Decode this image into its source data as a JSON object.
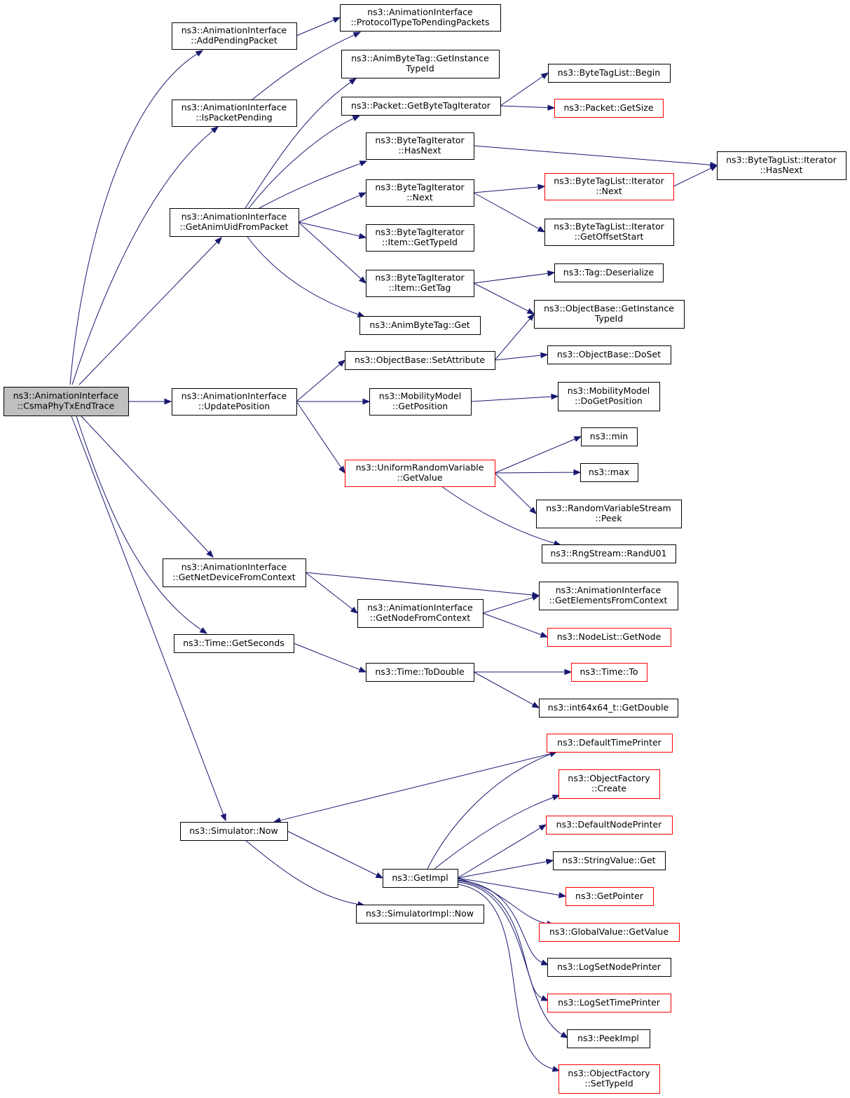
{
  "diagram": {
    "title": "",
    "colors": {
      "edge": "#191970",
      "missing_border": "#ff0000",
      "root_fill": "#bfbfbf"
    },
    "nodes": [
      {
        "id": "root",
        "lines": [
          "ns3::AnimationInterface",
          "::CsmaPhyTxEndTrace"
        ],
        "style": "root"
      },
      {
        "id": "addPending",
        "lines": [
          "ns3::AnimationInterface",
          "::AddPendingPacket"
        ],
        "style": "normal"
      },
      {
        "id": "protoType",
        "lines": [
          "ns3::AnimationInterface",
          "::ProtocolTypeToPendingPackets"
        ],
        "style": "normal"
      },
      {
        "id": "isPending",
        "lines": [
          "ns3::AnimationInterface",
          "::IsPacketPending"
        ],
        "style": "normal"
      },
      {
        "id": "animGetInst",
        "lines": [
          "ns3::AnimByteTag::GetInstance",
          "TypeId"
        ],
        "style": "normal"
      },
      {
        "id": "getByteTagIt",
        "lines": [
          "ns3::Packet::GetByteTagIterator"
        ],
        "style": "normal"
      },
      {
        "id": "btlBegin",
        "lines": [
          "ns3::ByteTagList::Begin"
        ],
        "style": "normal"
      },
      {
        "id": "pktGetSize",
        "lines": [
          "ns3::Packet::GetSize"
        ],
        "style": "red"
      },
      {
        "id": "btiHasNext",
        "lines": [
          "ns3::ByteTagIterator",
          "::HasNext"
        ],
        "style": "normal"
      },
      {
        "id": "btliHasNext",
        "lines": [
          "ns3::ByteTagList::Iterator",
          "::HasNext"
        ],
        "style": "normal"
      },
      {
        "id": "getAnimUid",
        "lines": [
          "ns3::AnimationInterface",
          "::GetAnimUidFromPacket"
        ],
        "style": "normal"
      },
      {
        "id": "btiNext",
        "lines": [
          "ns3::ByteTagIterator",
          "::Next"
        ],
        "style": "normal"
      },
      {
        "id": "btliNext",
        "lines": [
          "ns3::ByteTagList::Iterator",
          "::Next"
        ],
        "style": "red"
      },
      {
        "id": "btliOffset",
        "lines": [
          "ns3::ByteTagList::Iterator",
          "::GetOffsetStart"
        ],
        "style": "normal"
      },
      {
        "id": "btiItemType",
        "lines": [
          "ns3::ByteTagIterator",
          "::Item::GetTypeId"
        ],
        "style": "normal"
      },
      {
        "id": "btiItemTag",
        "lines": [
          "ns3::ByteTagIterator",
          "::Item::GetTag"
        ],
        "style": "normal"
      },
      {
        "id": "tagDeser",
        "lines": [
          "ns3::Tag::Deserialize"
        ],
        "style": "normal"
      },
      {
        "id": "obGetInst",
        "lines": [
          "ns3::ObjectBase::GetInstance",
          "TypeId"
        ],
        "style": "normal"
      },
      {
        "id": "animTagGet",
        "lines": [
          "ns3::AnimByteTag::Get"
        ],
        "style": "normal"
      },
      {
        "id": "obSetAttr",
        "lines": [
          "ns3::ObjectBase::SetAttribute"
        ],
        "style": "normal"
      },
      {
        "id": "obDoSet",
        "lines": [
          "ns3::ObjectBase::DoSet"
        ],
        "style": "normal"
      },
      {
        "id": "updatePos",
        "lines": [
          "ns3::AnimationInterface",
          "::UpdatePosition"
        ],
        "style": "normal"
      },
      {
        "id": "mmGetPos",
        "lines": [
          "ns3::MobilityModel",
          "::GetPosition"
        ],
        "style": "normal"
      },
      {
        "id": "mmDoGetPos",
        "lines": [
          "ns3::MobilityModel",
          "::DoGetPosition"
        ],
        "style": "normal"
      },
      {
        "id": "min",
        "lines": [
          "ns3::min"
        ],
        "style": "normal"
      },
      {
        "id": "urvGetValue",
        "lines": [
          "ns3::UniformRandomVariable",
          "::GetValue"
        ],
        "style": "red"
      },
      {
        "id": "max",
        "lines": [
          "ns3::max"
        ],
        "style": "normal"
      },
      {
        "id": "rvsPeek",
        "lines": [
          "ns3::RandomVariableStream",
          "::Peek"
        ],
        "style": "normal"
      },
      {
        "id": "randU01",
        "lines": [
          "ns3::RngStream::RandU01"
        ],
        "style": "normal"
      },
      {
        "id": "getNetDev",
        "lines": [
          "ns3::AnimationInterface",
          "::GetNetDeviceFromContext"
        ],
        "style": "normal"
      },
      {
        "id": "getElems",
        "lines": [
          "ns3::AnimationInterface",
          "::GetElementsFromContext"
        ],
        "style": "normal"
      },
      {
        "id": "getNodeCtx",
        "lines": [
          "ns3::AnimationInterface",
          "::GetNodeFromContext"
        ],
        "style": "normal"
      },
      {
        "id": "nlGetNode",
        "lines": [
          "ns3::NodeList::GetNode"
        ],
        "style": "red"
      },
      {
        "id": "timeGetSec",
        "lines": [
          "ns3::Time::GetSeconds"
        ],
        "style": "normal"
      },
      {
        "id": "timeToDouble",
        "lines": [
          "ns3::Time::ToDouble"
        ],
        "style": "normal"
      },
      {
        "id": "timeTo",
        "lines": [
          "ns3::Time::To"
        ],
        "style": "red"
      },
      {
        "id": "int64GetDbl",
        "lines": [
          "ns3::int64x64_t::GetDouble"
        ],
        "style": "normal"
      },
      {
        "id": "defTimePrinter",
        "lines": [
          "ns3::DefaultTimePrinter"
        ],
        "style": "red"
      },
      {
        "id": "ofCreate",
        "lines": [
          "ns3::ObjectFactory",
          "::Create"
        ],
        "style": "red"
      },
      {
        "id": "simNow",
        "lines": [
          "ns3::Simulator::Now"
        ],
        "style": "normal"
      },
      {
        "id": "defNodePrinter",
        "lines": [
          "ns3::DefaultNodePrinter"
        ],
        "style": "red"
      },
      {
        "id": "strValGet",
        "lines": [
          "ns3::StringValue::Get"
        ],
        "style": "normal"
      },
      {
        "id": "getImpl",
        "lines": [
          "ns3::GetImpl"
        ],
        "style": "normal"
      },
      {
        "id": "getPointer",
        "lines": [
          "ns3::GetPointer"
        ],
        "style": "red"
      },
      {
        "id": "simImplNow",
        "lines": [
          "ns3::SimulatorImpl::Now"
        ],
        "style": "normal"
      },
      {
        "id": "gvGetValue",
        "lines": [
          "ns3::GlobalValue::GetValue"
        ],
        "style": "red"
      },
      {
        "id": "logSetNode",
        "lines": [
          "ns3::LogSetNodePrinter"
        ],
        "style": "normal"
      },
      {
        "id": "logSetTime",
        "lines": [
          "ns3::LogSetTimePrinter"
        ],
        "style": "red"
      },
      {
        "id": "peekImpl",
        "lines": [
          "ns3::PeekImpl"
        ],
        "style": "normal"
      },
      {
        "id": "ofSetTypeId",
        "lines": [
          "ns3::ObjectFactory",
          "::SetTypeId"
        ],
        "style": "red"
      }
    ],
    "edges": [
      [
        "root",
        "addPending"
      ],
      [
        "root",
        "isPending"
      ],
      [
        "root",
        "getAnimUid"
      ],
      [
        "root",
        "updatePos"
      ],
      [
        "root",
        "getNetDev"
      ],
      [
        "root",
        "timeGetSec"
      ],
      [
        "root",
        "simNow"
      ],
      [
        "addPending",
        "protoType"
      ],
      [
        "isPending",
        "protoType"
      ],
      [
        "getAnimUid",
        "animGetInst"
      ],
      [
        "getAnimUid",
        "getByteTagIt"
      ],
      [
        "getAnimUid",
        "btiHasNext"
      ],
      [
        "getAnimUid",
        "btiNext"
      ],
      [
        "getAnimUid",
        "btiItemType"
      ],
      [
        "getAnimUid",
        "btiItemTag"
      ],
      [
        "getAnimUid",
        "animTagGet"
      ],
      [
        "getByteTagIt",
        "btlBegin"
      ],
      [
        "getByteTagIt",
        "pktGetSize"
      ],
      [
        "btiHasNext",
        "btliHasNext"
      ],
      [
        "btiNext",
        "btliNext"
      ],
      [
        "btiNext",
        "btliOffset"
      ],
      [
        "btliNext",
        "btliHasNext"
      ],
      [
        "btiItemTag",
        "tagDeser"
      ],
      [
        "btiItemTag",
        "obGetInst"
      ],
      [
        "updatePos",
        "obSetAttr"
      ],
      [
        "updatePos",
        "mmGetPos"
      ],
      [
        "updatePos",
        "urvGetValue"
      ],
      [
        "obSetAttr",
        "obGetInst"
      ],
      [
        "obSetAttr",
        "obDoSet"
      ],
      [
        "mmGetPos",
        "mmDoGetPos"
      ],
      [
        "urvGetValue",
        "min"
      ],
      [
        "urvGetValue",
        "max"
      ],
      [
        "urvGetValue",
        "rvsPeek"
      ],
      [
        "urvGetValue",
        "randU01"
      ],
      [
        "getNetDev",
        "getElems"
      ],
      [
        "getNetDev",
        "getNodeCtx"
      ],
      [
        "getNodeCtx",
        "getElems"
      ],
      [
        "getNodeCtx",
        "nlGetNode"
      ],
      [
        "timeGetSec",
        "timeToDouble"
      ],
      [
        "timeToDouble",
        "timeTo"
      ],
      [
        "timeToDouble",
        "int64GetDbl"
      ],
      [
        "simNow",
        "getImpl"
      ],
      [
        "simNow",
        "simImplNow"
      ],
      [
        "defTimePrinter",
        "simNow"
      ],
      [
        "getImpl",
        "defTimePrinter"
      ],
      [
        "getImpl",
        "ofCreate"
      ],
      [
        "getImpl",
        "defNodePrinter"
      ],
      [
        "getImpl",
        "strValGet"
      ],
      [
        "getImpl",
        "getPointer"
      ],
      [
        "getImpl",
        "gvGetValue"
      ],
      [
        "getImpl",
        "logSetNode"
      ],
      [
        "getImpl",
        "logSetTime"
      ],
      [
        "getImpl",
        "peekImpl"
      ],
      [
        "getImpl",
        "ofSetTypeId"
      ]
    ]
  }
}
